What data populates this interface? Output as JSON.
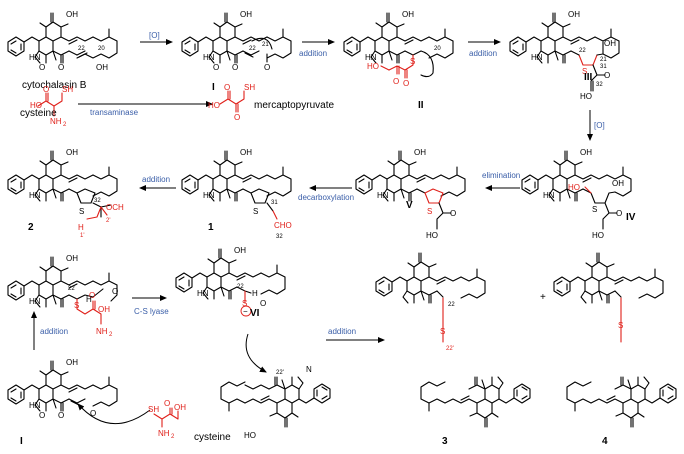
{
  "labels": {
    "cytochalasin_b": "cytochalasin B",
    "cysteine": "cysteine",
    "cysteine_bottom": "cysteine",
    "mercaptopyruvate": "mercaptopyruvate",
    "cmpd_I_top": "I",
    "cmpd_II": "II",
    "cmpd_III": "III",
    "cmpd_IV": "IV",
    "cmpd_V": "V",
    "cmpd_1": "1",
    "cmpd_2": "2",
    "cmpd_VI": "VI",
    "cmpd_3": "3",
    "cmpd_4": "4",
    "cmpd_I_bottom": "I",
    "plus": "+"
  },
  "arrows": {
    "ox1": "[O]",
    "ox2": "[O]",
    "transaminase": "transaminase",
    "addition1": "addition",
    "addition2": "addition",
    "elimination": "elimination",
    "decarboxylation": "decarboxylation",
    "addition3": "addition",
    "addition4": "addition",
    "cs_lyase": "C-S lyase",
    "addition5": "addition"
  },
  "atoms": {
    "HN": "HN",
    "O": "O",
    "OH": "OH",
    "HO": "HO",
    "S": "S",
    "SH": "SH",
    "NH2": "NH",
    "NH2_sub": "2",
    "H": "H",
    "CHO": "CHO",
    "OCH3": "OCH",
    "H3CO": "H",
    "N": "N",
    "minus": "−"
  },
  "numbers": {
    "n22": "22",
    "n21": "21",
    "n20": "20",
    "n31": "31",
    "n32": "32",
    "n1p": "1'",
    "n2p": "2'",
    "n22p": "22'"
  },
  "colors": {
    "red": "#e0201a",
    "blue": "#3a5ea8",
    "black": "#000000"
  }
}
